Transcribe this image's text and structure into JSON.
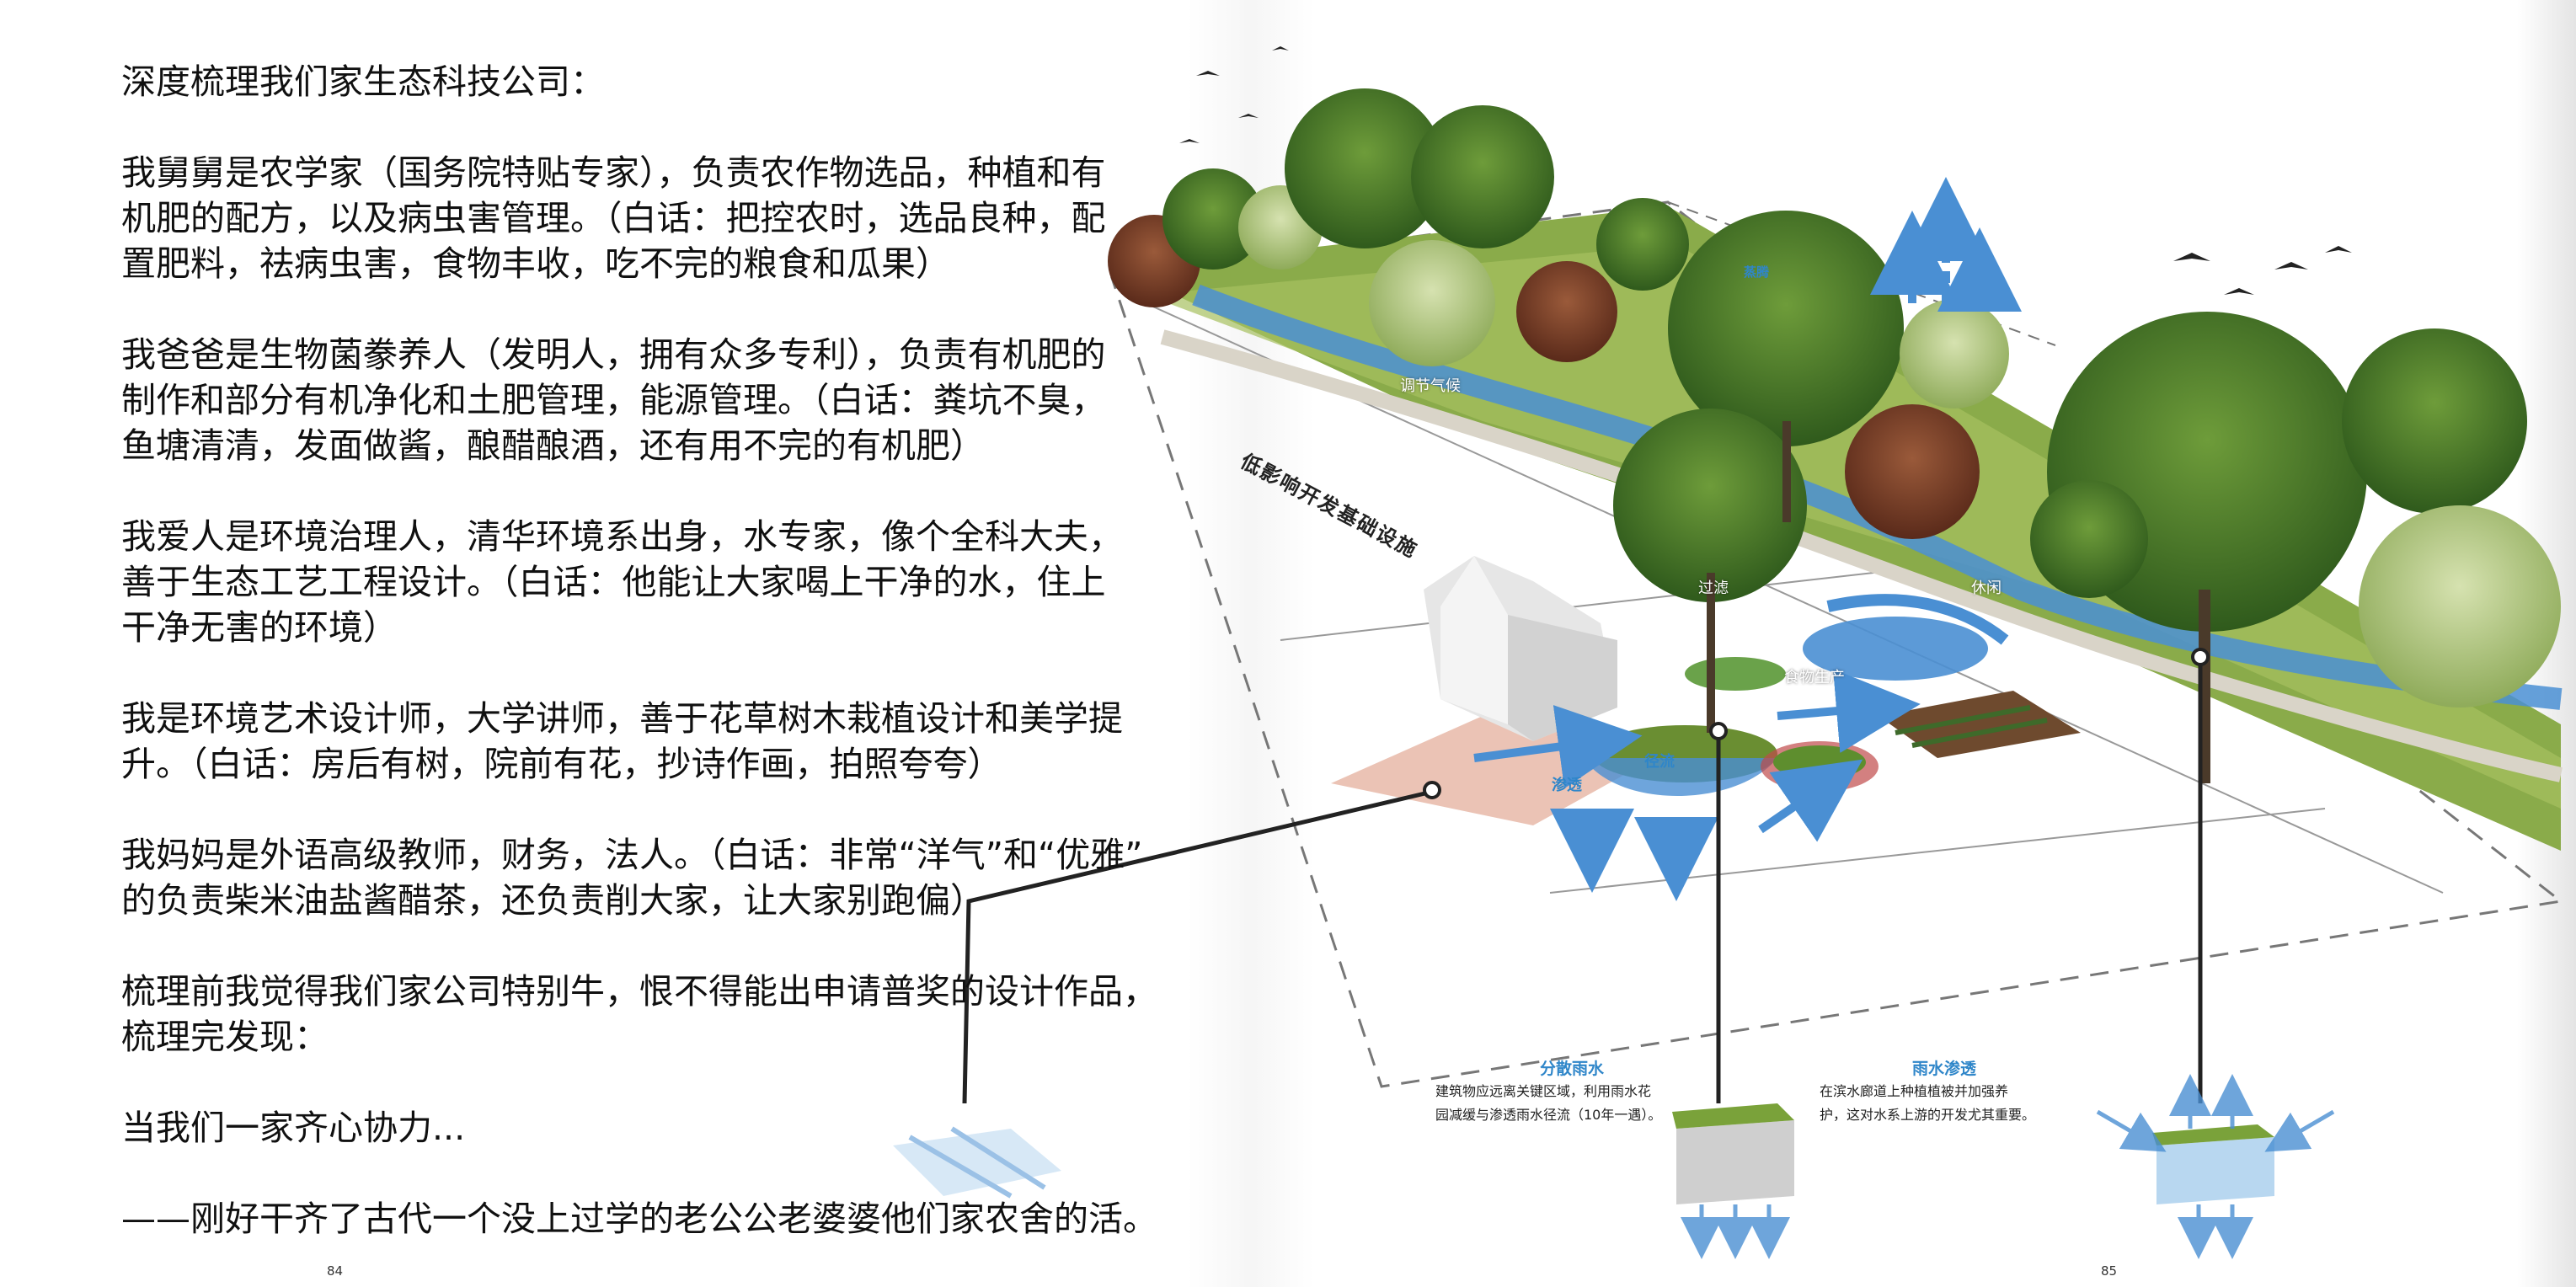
{
  "story": {
    "paragraphs": [
      "深度梳理我们家生态科技公司：",
      "我舅舅是农学家（国务院特贴专家），负责农作物选品，种植和有\n机肥的配方，以及病虫害管理。（白话：把控农时，选品良种，配\n置肥料，祛病虫害，食物丰收，吃不完的粮食和瓜果）",
      "我爸爸是生物菌豢养人（发明人，拥有众多专利），负责有机肥的\n制作和部分有机净化和土肥管理，能源管理。（白话：粪坑不臭，\n鱼塘清清，发面做酱，酿醋酿酒，还有用不完的有机肥）",
      "我爱人是环境治理人，清华环境系出身，水专家，像个全科大夫，\n善于生态工艺工程设计。（白话：他能让大家喝上干净的水，住上\n干净无害的环境）",
      "我是环境艺术设计师，大学讲师，善于花草树木栽植设计和美学提\n升。（白话：房后有树，院前有花，抄诗作画，拍照夸夸）",
      "我妈妈是外语高级教师，财务，法人。（白话：非常“洋气”和“优雅”\n的负责柴米油盐酱醋茶，还负责削大家，让大家别跑偏）",
      "梳理前我觉得我们家公司特别牛，恨不得能出申请普奖的设计作品，\n梳理完发现：",
      "当我们一家齐心协力...",
      "——刚好干齐了古代一个没上过学的老公公老婆婆他们家农舍的活。"
    ]
  },
  "diagram": {
    "title": "低影响开发基础设施",
    "labels": {
      "climate": "调节气候",
      "filter": "过滤",
      "leisure": "休闲",
      "food": "食物生产",
      "infiltrate": "渗透",
      "runoff": "径流",
      "top": "蒸腾"
    },
    "captions": {
      "left_title": "分散雨水",
      "left_body": "建筑物应远离关键区域，利用雨水花\n园减缓与渗透雨水径流（10年一遇）。",
      "right_title": "雨水渗透",
      "right_body": "在滨水廊道上种植植被并加强养\n护，这对水系上游的开发尤其重要。"
    }
  },
  "pages": {
    "left": "84",
    "right": "85"
  },
  "colors": {
    "water": "#4a8fd3",
    "grass": "#7aa23a",
    "tree_dark": "#3f6e25",
    "tree_light": "#8fb84a",
    "path": "#d9d4c8",
    "plaza": "#e8b8a8",
    "arrow": "#4a8fd3"
  }
}
